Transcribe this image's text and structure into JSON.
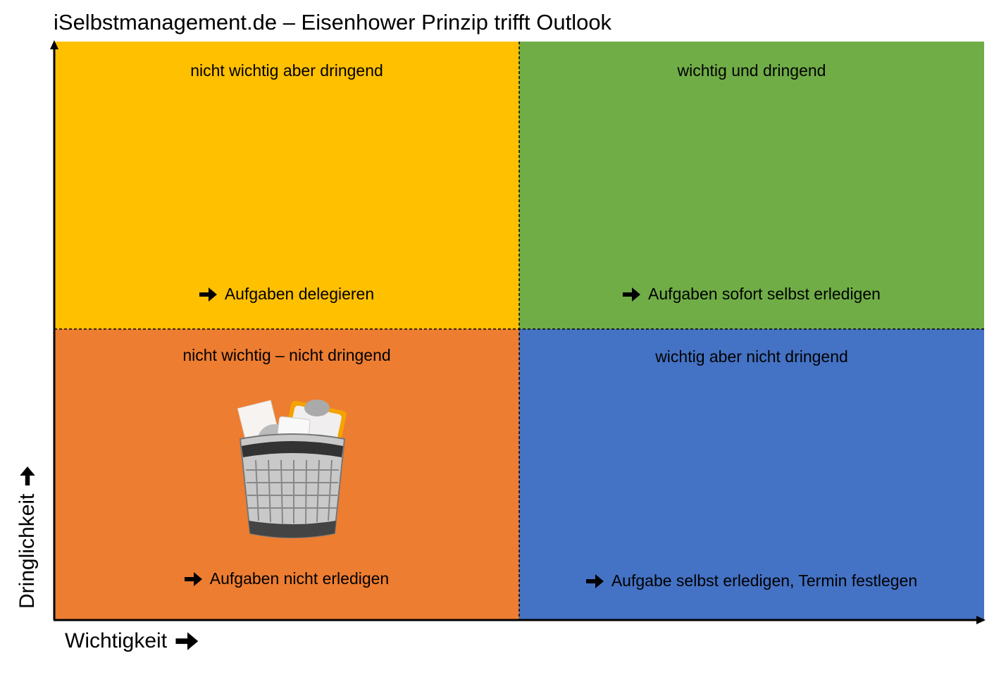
{
  "title": "iSelbstmanagement.de – Eisenhower Prinzip trifft Outlook",
  "axes": {
    "y_label": "Dringlichkeit",
    "x_label": "Wichtigkeit"
  },
  "quadrants": {
    "top_left": {
      "title": "nicht wichtig aber dringend",
      "action": "Aufgaben delegieren",
      "color": "#FFC000"
    },
    "top_right": {
      "title": "wichtig und dringend",
      "action": "Aufgaben sofort selbst erledigen",
      "color": "#70AD47"
    },
    "bottom_left": {
      "title": "nicht wichtig – nicht dringend",
      "action": "Aufgaben nicht erledigen",
      "color": "#ED7D31"
    },
    "bottom_right": {
      "title": "wichtig aber nicht dringend",
      "action": "Aufgabe selbst erledigen, Termin festlegen",
      "color": "#4472C4"
    }
  }
}
